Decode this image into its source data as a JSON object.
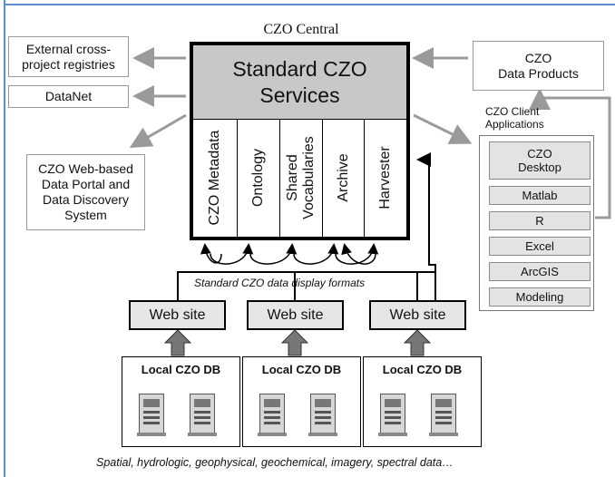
{
  "central_label": "CZO Central",
  "central_service": {
    "line1": "Standard CZO",
    "line2": "Services"
  },
  "service_columns": [
    "CZO Metadata",
    "Ontology",
    "Shared Vocabularies",
    "Archive",
    "Harvester"
  ],
  "external_registries": {
    "line1": "External cross-",
    "line2": "project registries"
  },
  "datanet": "DataNet",
  "portal": {
    "line1": "CZO Web-based",
    "line2": "Data Portal and",
    "line3": "Data Discovery",
    "line4": "System"
  },
  "data_products": {
    "line1": "CZO",
    "line2": "Data Products"
  },
  "client_apps_label": {
    "line1": "CZO Client",
    "line2": "Applications"
  },
  "client_apps": [
    {
      "line1": "CZO",
      "line2": "Desktop"
    },
    {
      "line1": "Matlab",
      "line2": ""
    },
    {
      "line1": "R",
      "line2": ""
    },
    {
      "line1": "Excel",
      "line2": ""
    },
    {
      "line1": "ArcGIS",
      "line2": ""
    },
    {
      "line1": "Modeling",
      "line2": ""
    }
  ],
  "display_formats": "Standard CZO data display formats",
  "website_label": "Web site",
  "local_db_label": "Local CZO DB",
  "footer": "Spatial, hydrologic, geophysical, geochemical, imagery, spectral data…"
}
